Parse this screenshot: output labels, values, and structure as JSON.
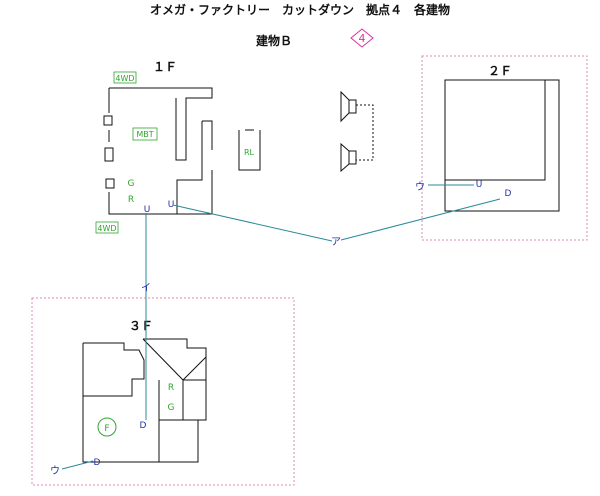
{
  "header": {
    "title": "オメガ・ファクトリー　カットダウン　拠点４　各建物",
    "building": "建物Ｂ",
    "number": "4"
  },
  "floors": {
    "f1": "１Ｆ",
    "f2": "２Ｆ",
    "f3": "３Ｆ"
  },
  "labels": {
    "fourwd_top": "4WD",
    "fourwd_bottom": "4WD",
    "mbt": "MBT",
    "rl": "RL",
    "g_1f": "G",
    "r_1f": "R",
    "u_1f_a": "U",
    "u_1f_b": "U",
    "u_2f": "U",
    "d_2f": "D",
    "r_3f": "R",
    "g_3f": "G",
    "d_3f_a": "D",
    "d_3f_b": "D",
    "f_circle": "F",
    "route_a": "ア",
    "route_i": "イ",
    "route_u_2f": "ウ",
    "route_u_3f": "ウ"
  },
  "colors": {
    "ink": "#111111",
    "green": "#2fa52f",
    "blue": "#2233aa",
    "teal": "#2a8a9a",
    "magenta": "#e0309a",
    "pink_dash": "#e08ab8"
  }
}
